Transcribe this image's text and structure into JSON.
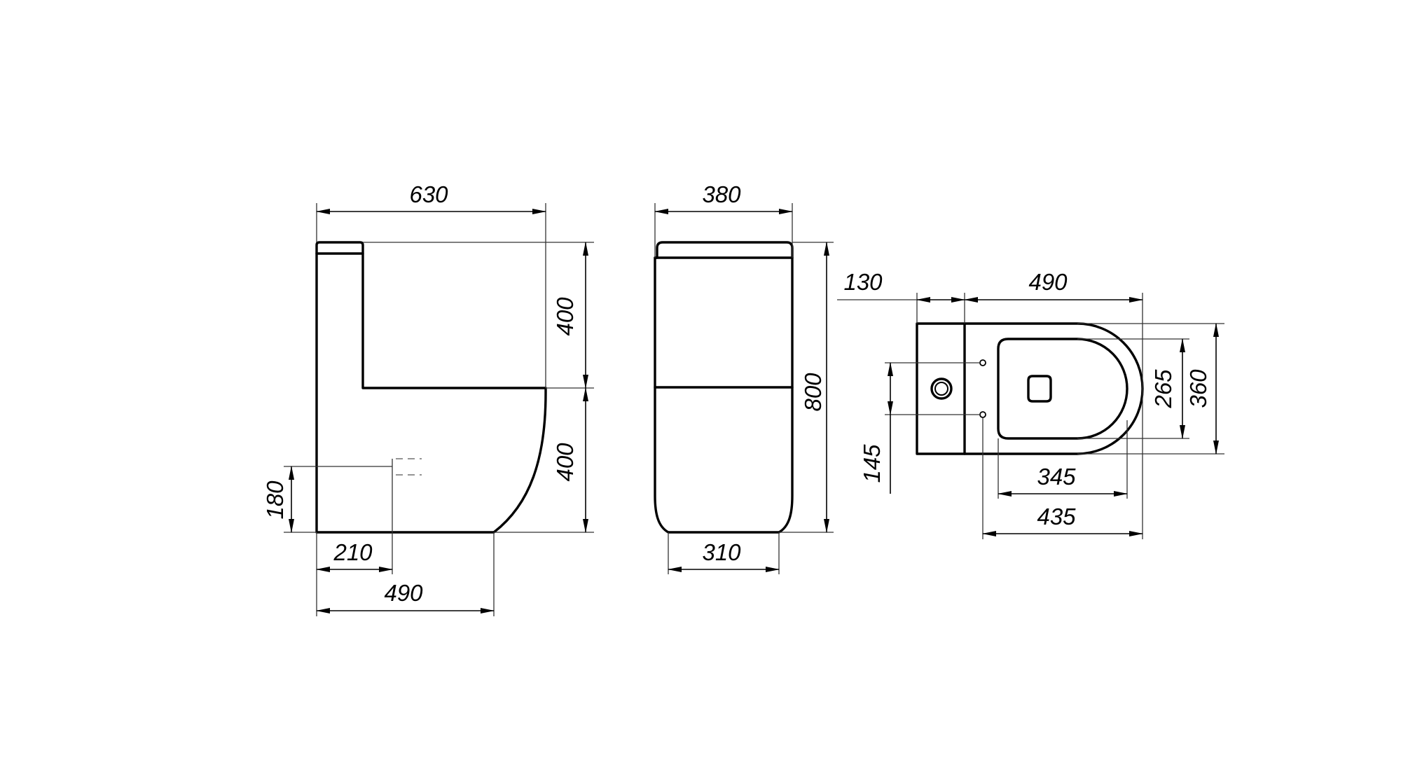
{
  "side_view": {
    "overall_length": "630",
    "tank_height": "400",
    "bowl_height": "400",
    "outlet_height": "180",
    "outlet_offset": "210",
    "base_length": "490"
  },
  "front_view": {
    "overall_width": "380",
    "overall_height": "800",
    "base_width": "310"
  },
  "top_view": {
    "tank_depth": "130",
    "bowl_length": "490",
    "seat_hole_spacing": "145",
    "inner_width": "265",
    "outer_width": "360",
    "seat_length": "345",
    "hole_to_front": "435"
  }
}
